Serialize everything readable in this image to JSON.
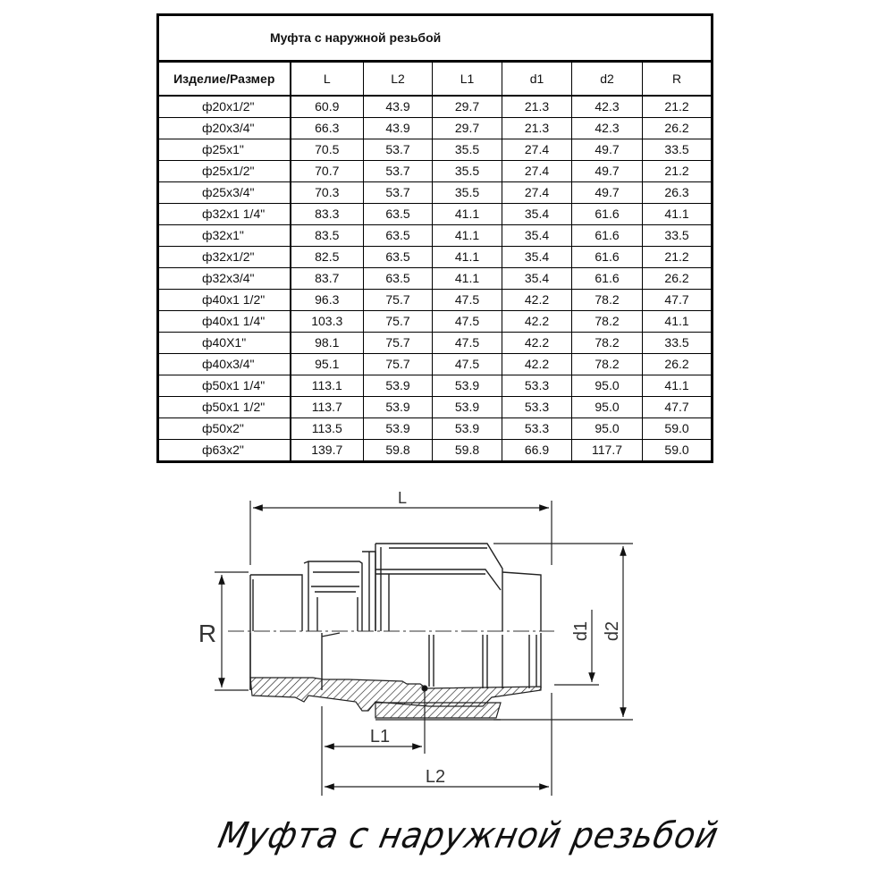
{
  "table": {
    "title": "Муфта с наружной резьбой",
    "headers": [
      "Изделие/Размер",
      "L",
      "L2",
      "L1",
      "d1",
      "d2",
      "R"
    ],
    "rows": [
      [
        "ф20x1/2\"",
        "60.9",
        "43.9",
        "29.7",
        "21.3",
        "42.3",
        "21.2"
      ],
      [
        "ф20x3/4\"",
        "66.3",
        "43.9",
        "29.7",
        "21.3",
        "42.3",
        "26.2"
      ],
      [
        "ф25x1\"",
        "70.5",
        "53.7",
        "35.5",
        "27.4",
        "49.7",
        "33.5"
      ],
      [
        "ф25x1/2\"",
        "70.7",
        "53.7",
        "35.5",
        "27.4",
        "49.7",
        "21.2"
      ],
      [
        "ф25x3/4\"",
        "70.3",
        "53.7",
        "35.5",
        "27.4",
        "49.7",
        "26.3"
      ],
      [
        "ф32x1 1/4\"",
        "83.3",
        "63.5",
        "41.1",
        "35.4",
        "61.6",
        "41.1"
      ],
      [
        "ф32x1\"",
        "83.5",
        "63.5",
        "41.1",
        "35.4",
        "61.6",
        "33.5"
      ],
      [
        "ф32x1/2\"",
        "82.5",
        "63.5",
        "41.1",
        "35.4",
        "61.6",
        "21.2"
      ],
      [
        "ф32x3/4\"",
        "83.7",
        "63.5",
        "41.1",
        "35.4",
        "61.6",
        "26.2"
      ],
      [
        "ф40x1 1/2\"",
        "96.3",
        "75.7",
        "47.5",
        "42.2",
        "78.2",
        "47.7"
      ],
      [
        "ф40x1 1/4\"",
        "103.3",
        "75.7",
        "47.5",
        "42.2",
        "78.2",
        "41.1"
      ],
      [
        "ф40X1\"",
        "98.1",
        "75.7",
        "47.5",
        "42.2",
        "78.2",
        "33.5"
      ],
      [
        "ф40x3/4\"",
        "95.1",
        "75.7",
        "47.5",
        "42.2",
        "78.2",
        "26.2"
      ],
      [
        "ф50x1 1/4\"",
        "113.1",
        "53.9",
        "53.9",
        "53.3",
        "95.0",
        "41.1"
      ],
      [
        "ф50x1 1/2\"",
        "113.7",
        "53.9",
        "53.9",
        "53.3",
        "95.0",
        "47.7"
      ],
      [
        "ф50x2\"",
        "113.5",
        "53.9",
        "53.9",
        "53.3",
        "95.0",
        "59.0"
      ],
      [
        "ф63x2\"",
        "139.7",
        "59.8",
        "59.8",
        "66.9",
        "117.7",
        "59.0"
      ]
    ]
  },
  "drawing": {
    "labels": {
      "L": "L",
      "L1": "L1",
      "L2": "L2",
      "R": "R",
      "d1": "d1",
      "d2": "d2"
    }
  },
  "caption": "Муфта с наружной резьбой"
}
